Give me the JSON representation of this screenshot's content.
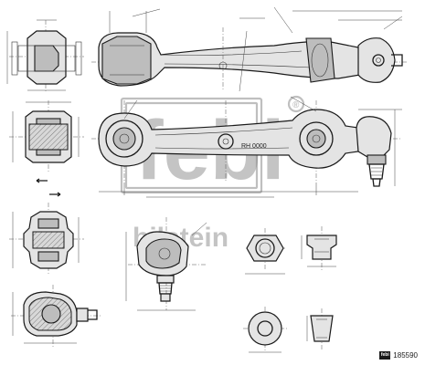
{
  "brand": {
    "name": "febi",
    "sub": "bilstein",
    "registered": "®"
  },
  "labels": {
    "side_marking": "RH 0000"
  },
  "part_number": "185590",
  "colors": {
    "ink": "#1a1a1a",
    "watermark": "#8a8a8a",
    "background": "#ffffff"
  },
  "icons": {
    "brand_badge": "febi-mini-logo"
  }
}
